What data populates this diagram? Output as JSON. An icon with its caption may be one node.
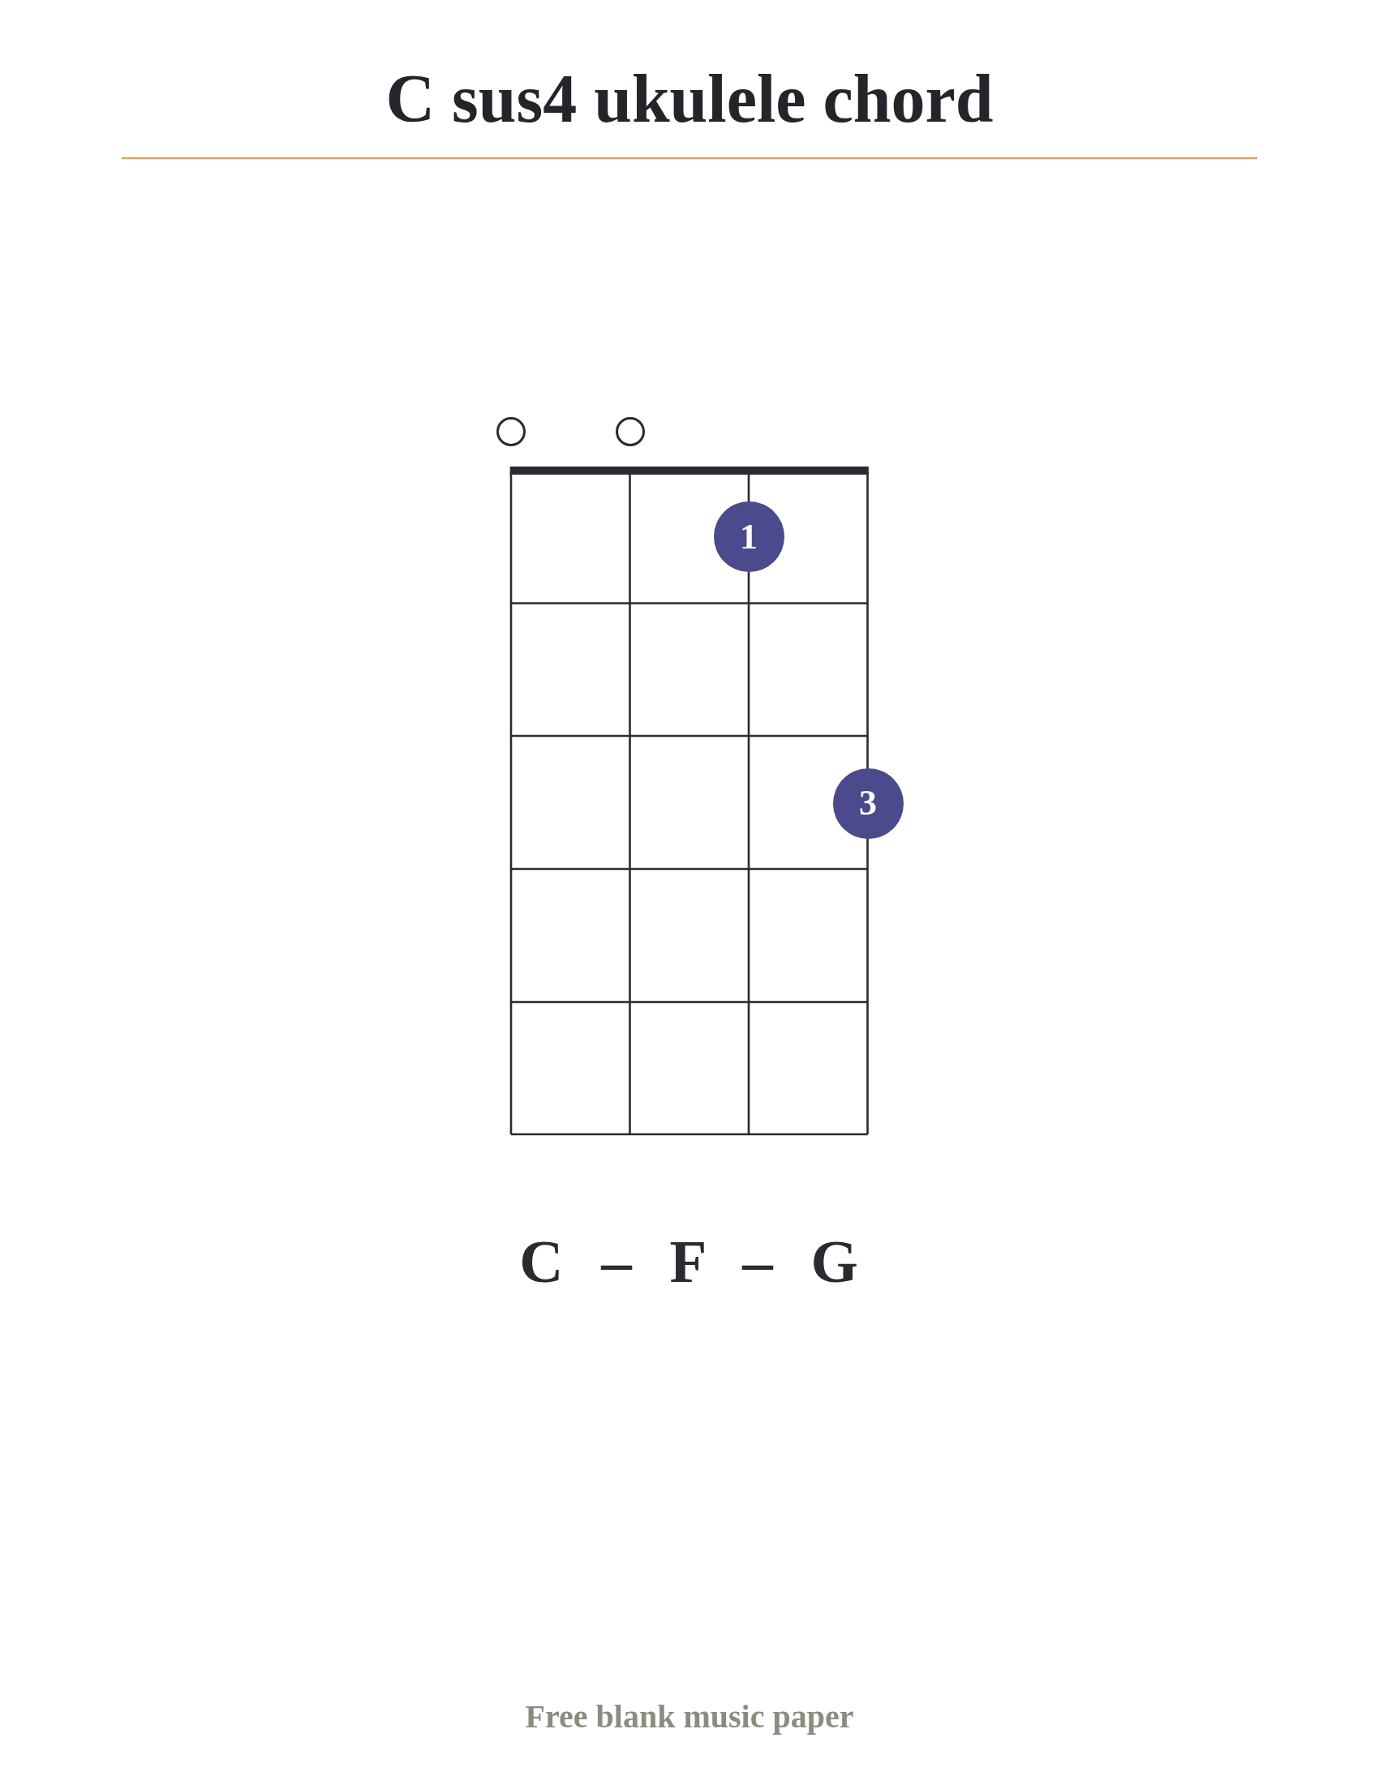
{
  "diagram": {
    "title": "C sus4 ukulele chord",
    "nodes": [
      {
        "text": [],
        "shape": "circle"
      },
      {
        "text": [],
        "shape": "circle"
      },
      {
        "text": [
          "1"
        ]
      },
      {
        "text": [
          "3"
        ]
      }
    ],
    "labels": [
      "C – F – G",
      "Free blank music paper"
    ]
  }
}
